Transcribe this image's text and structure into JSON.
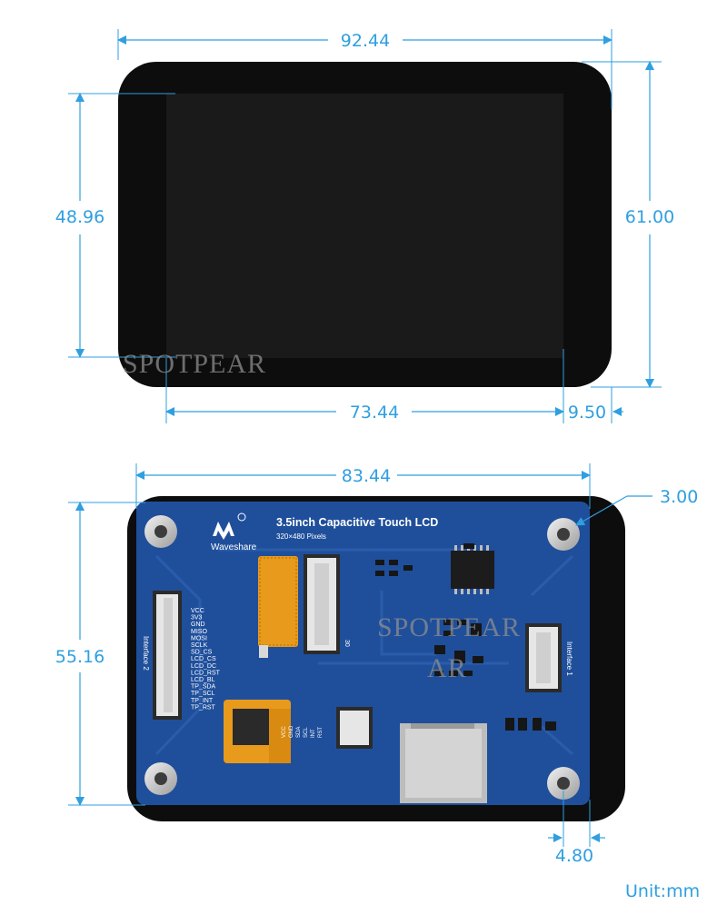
{
  "top_view": {
    "overall_width": "92.44",
    "overall_height": "61.00",
    "display_width": "73.44",
    "display_height": "48.96",
    "edge_offset": "9.50",
    "watermark": "SPOTPEAR"
  },
  "bottom_view": {
    "hole_spacing_x": "83.44",
    "hole_spacing_y": "55.16",
    "hole_diameter": "3.00",
    "hole_offset": "4.80",
    "watermark": "SPOTPEAR",
    "brand": "Waveshare",
    "product_title": "3.5inch Capacitive Touch LCD",
    "product_subtitle": "320×480 Pixels",
    "interface1": "Interface 1",
    "interface2": "Interface 2",
    "pins": [
      "VCC",
      "3V3",
      "GND",
      "MISO",
      "MOSI",
      "SCLK",
      "SD_CS",
      "LCD_CS",
      "LCD_DC",
      "LCD_RST",
      "LCD_BL",
      "TP_SDA",
      "TP_SCL",
      "TP_INT",
      "TP_RST"
    ],
    "fpc_pin_number": "30",
    "small_labels": [
      "VCC",
      "GND",
      "SDA",
      "SCL",
      "INT",
      "RST"
    ]
  },
  "unit": "Unit:mm",
  "colors": {
    "dimension": "#2f9fe0",
    "pcb": "#1f4f9b",
    "frame": "#0d0d0d",
    "screen": "#1a1a1a"
  }
}
